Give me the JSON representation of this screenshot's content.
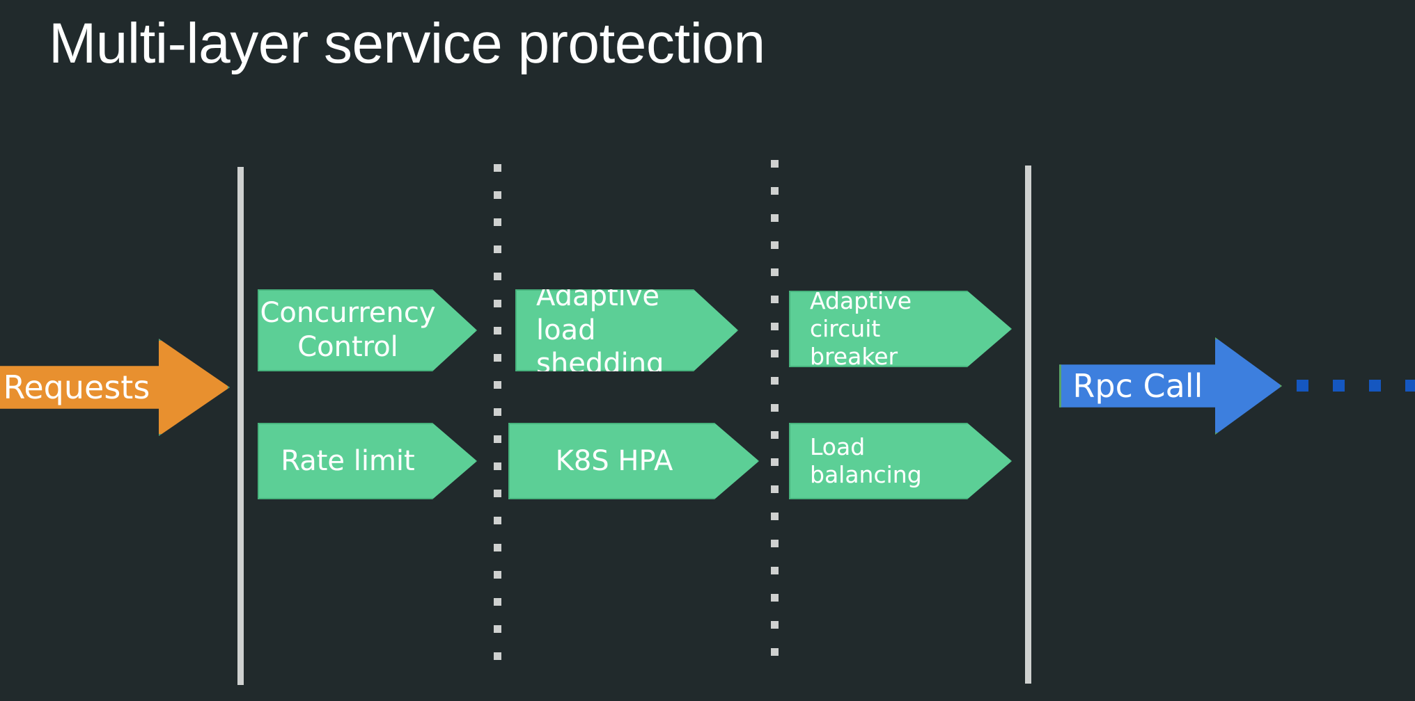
{
  "slide": {
    "title": "Multi-layer service protection",
    "background_color": "#212a2c",
    "title_color": "#ffffff"
  },
  "colors": {
    "background": "#212a2c",
    "green_fill": "#5ccf96",
    "green_border": "#47b37d",
    "orange_fill": "#e8902f",
    "orange_border": "#4e9e7b",
    "blue_fill": "#3d7fde",
    "blue_border": "#5aa464",
    "separator_gray": "#cfd1d0",
    "dot_blue": "#1557c0",
    "label_text": "#ffffff"
  },
  "input_arrow": {
    "label": "Requests",
    "fill": "#e8902f",
    "border": "#4e9e7b"
  },
  "output_arrow": {
    "label": "Rpc Call",
    "fill": "#3d7fde",
    "border": "#5aa464"
  },
  "trailing_dots": {
    "count": 4,
    "color": "#1557c0"
  },
  "separators": [
    {
      "name": "boundary-left",
      "style": "solid"
    },
    {
      "name": "layer-divider-1",
      "style": "dotted"
    },
    {
      "name": "layer-divider-2",
      "style": "dotted"
    },
    {
      "name": "boundary-right",
      "style": "solid"
    }
  ],
  "layers": [
    {
      "name": "layer-1",
      "stages": [
        {
          "label": "Concurrency\nControl",
          "align": "center",
          "font_size": 40
        },
        {
          "label": "Rate limit",
          "align": "center",
          "font_size": 40
        }
      ]
    },
    {
      "name": "layer-2",
      "stages": [
        {
          "label": "Adaptive load\nshedding",
          "align": "left",
          "font_size": 40
        },
        {
          "label": "K8S HPA",
          "align": "center",
          "font_size": 40
        }
      ]
    },
    {
      "name": "layer-3",
      "stages": [
        {
          "label": "Adaptive circuit\nbreaker",
          "align": "left",
          "font_size": 33
        },
        {
          "label": "Load balancing",
          "align": "left",
          "font_size": 33
        }
      ]
    }
  ]
}
